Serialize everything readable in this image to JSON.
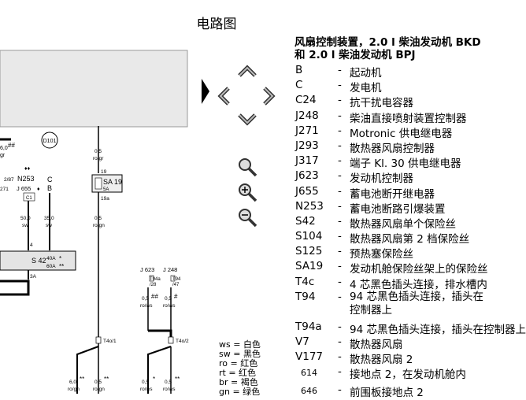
{
  "title": "电路图",
  "diagram": {
    "labels": {
      "d101": "D101",
      "j655": "J 655",
      "n253": "N253",
      "c_comp": "C",
      "b_comp": "B",
      "sa19": "SA 19",
      "sa19_rating": "5A",
      "s42": "S 42",
      "s42_r1": "40A",
      "s42_r2": "60A",
      "j623": "J 623",
      "j248": "J 248",
      "t4o1": "T4o/1",
      "t4o2": "T4o/2",
      "t94a": "T94a",
      "t94a_pin": "/28",
      "t94": "T94",
      "t94_pin": "/47",
      "num_19": "19",
      "num_19a": "19a",
      "num_4": "4",
      "num_3a": "3A",
      "num_2_87": "2/87",
      "num_271": "271",
      "num_c1": "C1",
      "w_60gr": "6,0",
      "w_60gr_c": "gr",
      "w_05rogr": "0,5",
      "w_05rogr_c": "ro/gr",
      "w_50": "50,0",
      "w_50_c": "sw",
      "w_35": "35,0",
      "w_35_c": "sw",
      "w_05a": "0,5",
      "w_05a_c": "ro/gn",
      "w_05b": "0,5",
      "w_05b_c": "ro/ws",
      "w_05c": "0,5",
      "w_05c_c": "ro/ws",
      "w_05d": "0,5",
      "w_05d_c": "ro/ws",
      "w_05e": "0,5",
      "w_05e_c": "ro/ws",
      "w_6b": "6,0",
      "w_6b_c": "ro/gn",
      "w_05f": "0,5",
      "w_05f_c": "ro/gn",
      "mark_hash1": "##",
      "mark_hash2": "##",
      "mark_hash3": "#",
      "mark_hash4": "#",
      "mark_star1": "*",
      "mark_star2": "*",
      "mark_dstar1": "**",
      "mark_dstar2": "**",
      "mark_dstar3": "**",
      "mark_dstar4": "**",
      "mark_diamond": "♦♦"
    }
  },
  "nav": [
    {
      "name": "pan-up-icon"
    },
    {
      "name": "pan-left-icon"
    },
    {
      "name": "pan-right-icon"
    },
    {
      "name": "pan-down-icon"
    },
    {
      "name": "zoom-fit-icon"
    },
    {
      "name": "zoom-in-icon"
    },
    {
      "name": "zoom-out-icon"
    }
  ],
  "wire_legend": [
    "ws = 白色",
    "sw = 黑色",
    "ro = 红色",
    "rt = 红色",
    "br = 褐色",
    "gn = 绿色"
  ],
  "legend": {
    "title": "风扇控制装置，2.0 l 柴油发动机 BKD 和 2.0 l 柴油发动机 BPJ",
    "title_line1": "风扇控制装置，2.0 l 柴油发动机 BKD",
    "title_line2": "和 2.0 l 柴油发动机 BPJ",
    "items": [
      {
        "code": "B",
        "desc": "起动机"
      },
      {
        "code": "C",
        "desc": "发电机"
      },
      {
        "code": "C24",
        "desc": "抗干扰电容器"
      },
      {
        "code": "J248",
        "desc": "柴油直接喷射装置控制器"
      },
      {
        "code": "J271",
        "desc": "Motronic 供电继电器"
      },
      {
        "code": "J293",
        "desc": "散热器风扇控制器"
      },
      {
        "code": "J317",
        "desc": "端子 Kl. 30 供电继电器"
      },
      {
        "code": "J623",
        "desc": "发动机控制器"
      },
      {
        "code": "J655",
        "desc": "蓄电池断开继电器"
      },
      {
        "code": "N253",
        "desc": "蓄电池断路引爆装置"
      },
      {
        "code": "S42",
        "desc": "散热器风扇单个保险丝"
      },
      {
        "code": "S104",
        "desc": "散热器风扇第 2 档保险丝"
      },
      {
        "code": "S125",
        "desc": "预热塞保险丝"
      },
      {
        "code": "SA19",
        "desc": "发动机舱保险丝架上的保险丝"
      },
      {
        "code": "T4c",
        "desc": "4 芯黑色插头连接，排水槽内"
      },
      {
        "code": "T94",
        "desc": "94 芯黑色插头连接，插头在控制器上"
      },
      {
        "code": "T94a",
        "desc": "94 芯黑色插头连接，插头在控制器上"
      },
      {
        "code": "V7",
        "desc": "散热器风扇"
      },
      {
        "code": "V177",
        "desc": "散热器风扇 2"
      },
      {
        "code": "614",
        "desc": "接地点 2，在发动机舱内"
      },
      {
        "code": "646",
        "desc": "前围板接地点 2"
      }
    ]
  }
}
